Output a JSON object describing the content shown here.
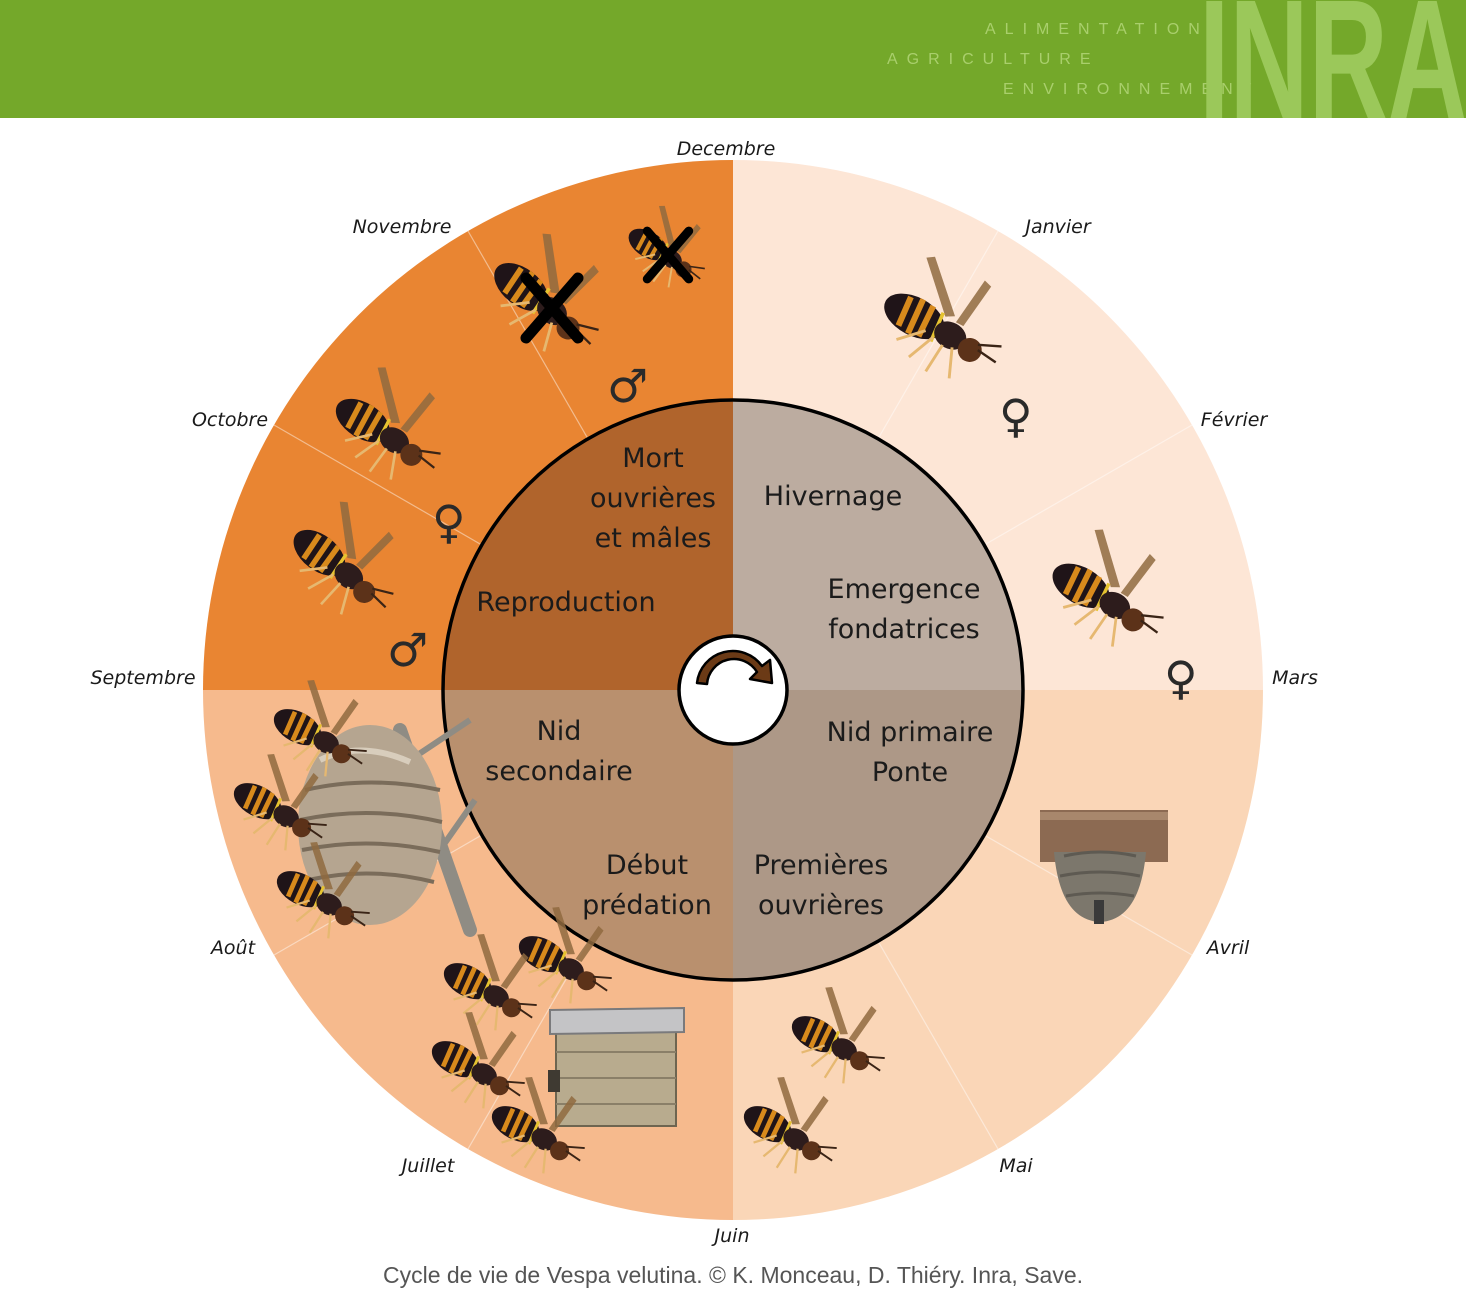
{
  "header": {
    "tagline": [
      "ALIMENTATION",
      "AGRICULTURE",
      "ENVIRONNEMENT"
    ],
    "logo": "INRA"
  },
  "months": {
    "decembre": "Decembre",
    "janvier": "Janvier",
    "fevrier": "Février",
    "mars": "Mars",
    "avril": "Avril",
    "mai": "Mai",
    "juin": "Juin",
    "juillet": "Juillet",
    "aout": "Août",
    "septembre": "Septembre",
    "octobre": "Octobre",
    "novembre": "Novembre"
  },
  "phases": {
    "mort": [
      "Mort",
      "ouvrières",
      "et mâles"
    ],
    "reproduction": "Reproduction",
    "hivernage": "Hivernage",
    "emergence": [
      "Emergence",
      "fondatrices"
    ],
    "nid_primaire": [
      "Nid primaire",
      "Ponte"
    ],
    "premieres": [
      "Premières",
      "ouvrières"
    ],
    "debut": [
      "Début",
      "prédation"
    ],
    "nid_secondaire": [
      "Nid",
      "secondaire"
    ]
  },
  "symbols": {
    "male": "♂",
    "female": "♀"
  },
  "caption": "Cycle de vie de Vespa velutina. © K. Monceau, D. Thiéry. Inra, Save.",
  "colors": {
    "header": "#74a82a",
    "autumn_outer": "#e98532",
    "winter_outer": "#fde6d6",
    "spring_outer": "#fad6b7",
    "summer_outer": "#f6ba8d",
    "autumn_inner": "#b0642c",
    "winter_inner": "#bcaca0",
    "spring_inner": "#ad9887",
    "summer_inner": "#b9906e"
  },
  "icons": [
    "hornet-icon",
    "cross-icon",
    "male-symbol",
    "female-symbol",
    "secondary-nest-icon",
    "primary-nest-icon",
    "beehive-icon",
    "cycle-arrow-icon"
  ]
}
